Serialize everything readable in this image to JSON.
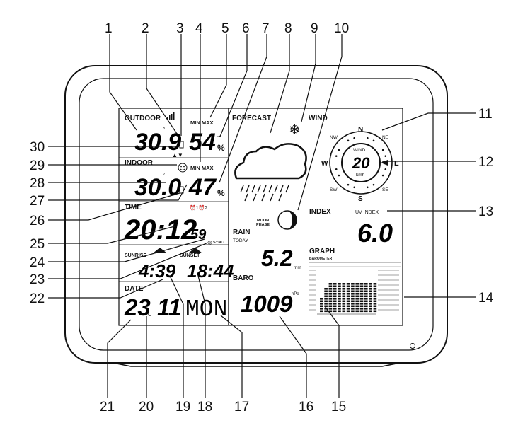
{
  "callouts": [
    "1",
    "2",
    "3",
    "4",
    "5",
    "6",
    "7",
    "8",
    "9",
    "10",
    "11",
    "12",
    "13",
    "14",
    "15",
    "16",
    "17",
    "18",
    "19",
    "20",
    "21",
    "22",
    "23",
    "24",
    "25",
    "26",
    "27",
    "28",
    "29",
    "30"
  ],
  "labels": {
    "outdoor": "OUTDOOR",
    "indoor": "INDOOR",
    "min_max": "MIN MAX",
    "forecast": "FORECAST",
    "wind": "WIND",
    "time": "TIME",
    "sunrise": "SUNRISE",
    "sunset": "SUNSET",
    "date": "DATE",
    "rain": "RAIN",
    "today": "TODAY",
    "baro": "BARO",
    "index": "INDEX",
    "uv_index": "UV INDEX",
    "graph": "GRAPH",
    "barometer": "BAROMETER",
    "moon_phase_1": "MOON",
    "moon_phase_2": "PHASE",
    "sync": "SYNC",
    "wind_inner": "WIND",
    "kmh": "kmh",
    "mm": "mm",
    "hpa": "hPa",
    "pct": "%",
    "deg": "°",
    "unit_c": "C",
    "compass": {
      "n": "N",
      "ne": "NE",
      "e": "E",
      "se": "SE",
      "s": "S",
      "sw": "SW",
      "w": "W",
      "nw": "NW"
    }
  },
  "values": {
    "outdoor_temp": "30.9",
    "outdoor_hum": "54",
    "indoor_temp": "30.0",
    "indoor_hum": "47",
    "time_hm": "20:12",
    "time_sec": "59",
    "sunrise": "4:39",
    "sunset": "18:44",
    "date_day": "23",
    "date_month": "11",
    "weekday": "MON",
    "wind_speed": "20",
    "uv": "6.0",
    "rain": "5.2",
    "baro": "1009"
  },
  "graph": {
    "bars": [
      0.45,
      0.7,
      0.85,
      0.9,
      0.9,
      0.9,
      0.9,
      0.9,
      0.9,
      0.9,
      0.9,
      0.9,
      0.9
    ]
  }
}
